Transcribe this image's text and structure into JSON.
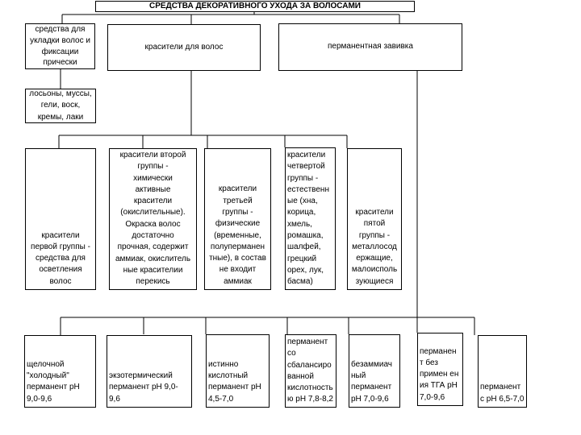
{
  "diagram": {
    "title": "СРЕДСТВА ДЕКОРАТИВНОГО УХОДА ЗА ВОЛОСАМИ",
    "branches": {
      "styling": {
        "label": "средства для\nукладки волос и\nфиксации\nпрически",
        "products": "лосьоны, муссы,\nгели, воск,\nкремы, лаки"
      },
      "dyes": {
        "label": "красители для волос",
        "groups": {
          "g1": "красители\nпервой группы -\nсредства для\nосветления\nволос",
          "g2": "красители второй\nгруппы -\nхимически\nактивные\nкрасители\n(окислительные).\nОкраска волос\nдостаточно\nпрочная, содержит\nаммиак, окислитель\nные красителии\nперекись",
          "g3": "красители\nтретьей\nгруппы -\nфизические\n(временные,\nполуперманен\nтные), в состав\nне входит\nаммиак",
          "g4": "красители\nчетвертой\nгруппы -\nестественн\nые (хна,\nкорица,\nхмель,\nромашка,\nшалфей,\nгрецкий\nорех, лук,\nбасма)",
          "g5": "красители\nпятой\nгруппы -\nметаллосод\nержащие,\nмалоисполь\nзующиеся"
        }
      },
      "perm": {
        "label": "перманентная завивка",
        "types": {
          "p1": "щелочной\n\"холодный\"\nперманент рН\n9,0-9,6",
          "p2": "экзотермический\nперманент рН 9,0-\n9,6",
          "p3": "истинно\nкислотный\nперманент рН\n4,5-7,0",
          "p4": "перманент\nсо\nсбалансиро\nванной\nкислотность\nю рН 7,8-8,2",
          "p5": "безаммиач\nный\nперманент\nрН 7,0-9,6",
          "p6": "перманен\nт без\nпримен ен\nия ТГА рН\n7,0-9,6",
          "p7": "перманент\nс рН 6,5-7,0"
        }
      }
    }
  }
}
